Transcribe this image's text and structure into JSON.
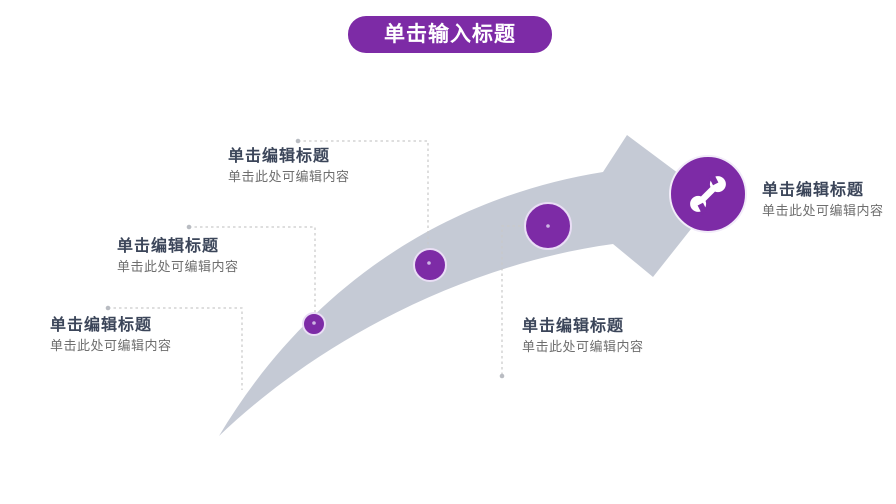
{
  "title": {
    "label": "单击输入标题"
  },
  "steps": [
    {
      "title": "单击编辑标题",
      "body": "单击此处可编辑内容"
    },
    {
      "title": "单击编辑标题",
      "body": "单击此处可编辑内容"
    },
    {
      "title": "单击编辑标题",
      "body": "单击此处可编辑内容"
    },
    {
      "title": "单击编辑标题",
      "body": "单击此处可编辑内容"
    },
    {
      "title": "单击编辑标题",
      "body": "单击此处可编辑内容"
    }
  ],
  "icons": {
    "main_node": "wrench-icon"
  },
  "colors": {
    "accent_purple": "#7d2ba6",
    "arrow_gray": "#c5cad5",
    "node_ring": "#e9ddf5",
    "title_text": "#3b4559",
    "body_text": "#6e6e6e",
    "dash_gray": "#c9c9c9",
    "banner_text": "#ffffff"
  }
}
